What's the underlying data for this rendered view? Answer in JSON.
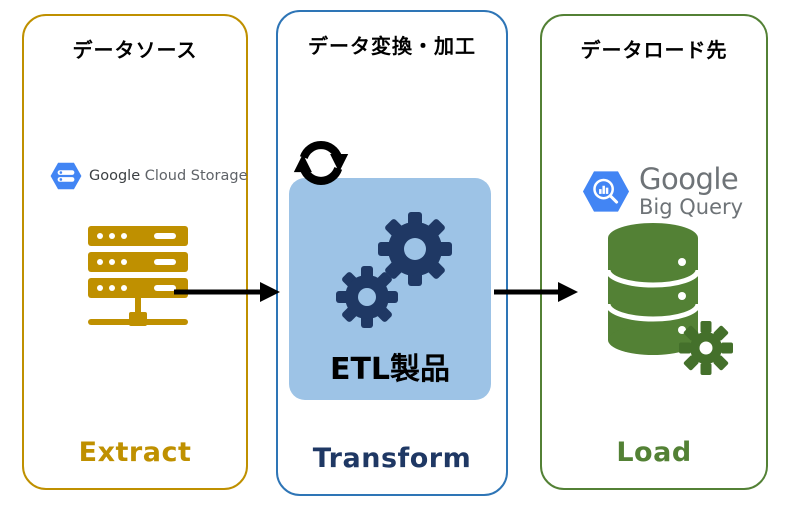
{
  "panels": [
    {
      "id": "extract",
      "title": "データソース",
      "footer": "Extract",
      "accent": "#BF9000"
    },
    {
      "id": "transform",
      "title": "データ変換・加工",
      "footer": "Transform",
      "accent": "#2E75B6",
      "box_label": "ETL製品"
    },
    {
      "id": "load",
      "title": "データロード先",
      "footer": "Load",
      "accent": "#538135"
    }
  ],
  "logos": {
    "cloud_storage": {
      "prefix": "Google",
      "suffix": "Cloud Storage"
    },
    "bigquery": {
      "line1": "Google",
      "line2": "Big Query"
    }
  },
  "icons": {
    "extract": "server-rack-icon",
    "transform": "gears-icon and sync-arrows-icon",
    "load": "database-cylinder-icon with gear-icon"
  },
  "colors": {
    "extract_accent": "#BF9000",
    "transform_accent": "#2E75B6",
    "transform_text": "#1F3864",
    "load_accent": "#538135",
    "etl_box_fill": "#9DC3E6",
    "gear_navy": "#1F3864",
    "google_blue": "#4285F4",
    "logo_gray": "#5F6368",
    "arrow_black": "#000000"
  }
}
